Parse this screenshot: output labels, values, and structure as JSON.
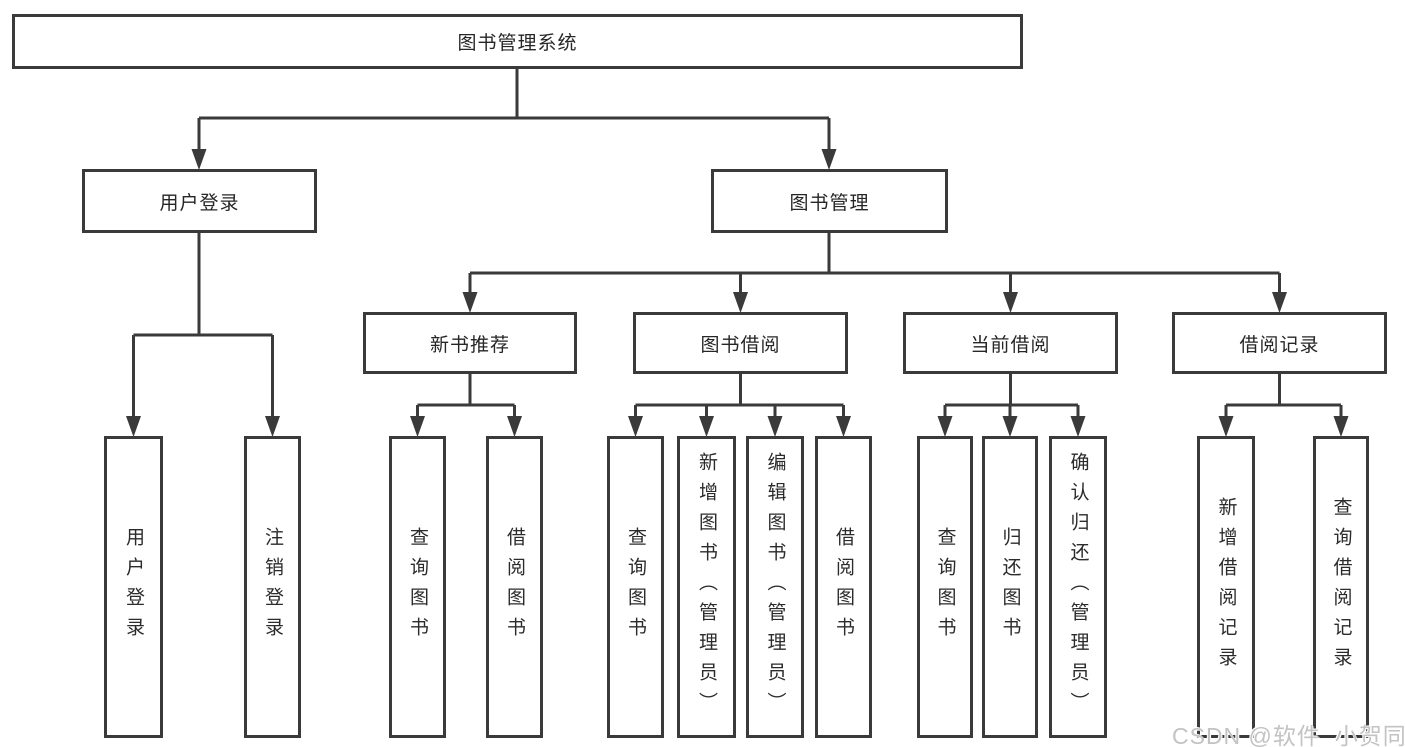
{
  "colors": {
    "border": "#3a3a3a",
    "line": "#3a3a3a",
    "text": "#262626",
    "watermark": "#c3c3c3",
    "background": "#ffffff"
  },
  "tree": {
    "label": "图书管理系统",
    "children": [
      {
        "label": "用户登录",
        "children": [
          {
            "label": "用户登录"
          },
          {
            "label": "注销登录"
          }
        ]
      },
      {
        "label": "图书管理",
        "children": [
          {
            "label": "新书推荐",
            "children": [
              {
                "label": "查询图书"
              },
              {
                "label": "借阅图书"
              }
            ]
          },
          {
            "label": "图书借阅",
            "children": [
              {
                "label": "查询图书"
              },
              {
                "label": "新增图书（管理员）"
              },
              {
                "label": "编辑图书（管理员）"
              },
              {
                "label": "借阅图书"
              }
            ]
          },
          {
            "label": "当前借阅",
            "children": [
              {
                "label": "查询图书"
              },
              {
                "label": "归还图书"
              },
              {
                "label": "确认归还（管理员）"
              }
            ]
          },
          {
            "label": "借阅记录",
            "children": [
              {
                "label": "新增借阅记录"
              },
              {
                "label": "查询借阅记录"
              }
            ]
          }
        ]
      }
    ]
  },
  "watermark": {
    "text": "CSDN @软件_小贺同学"
  }
}
